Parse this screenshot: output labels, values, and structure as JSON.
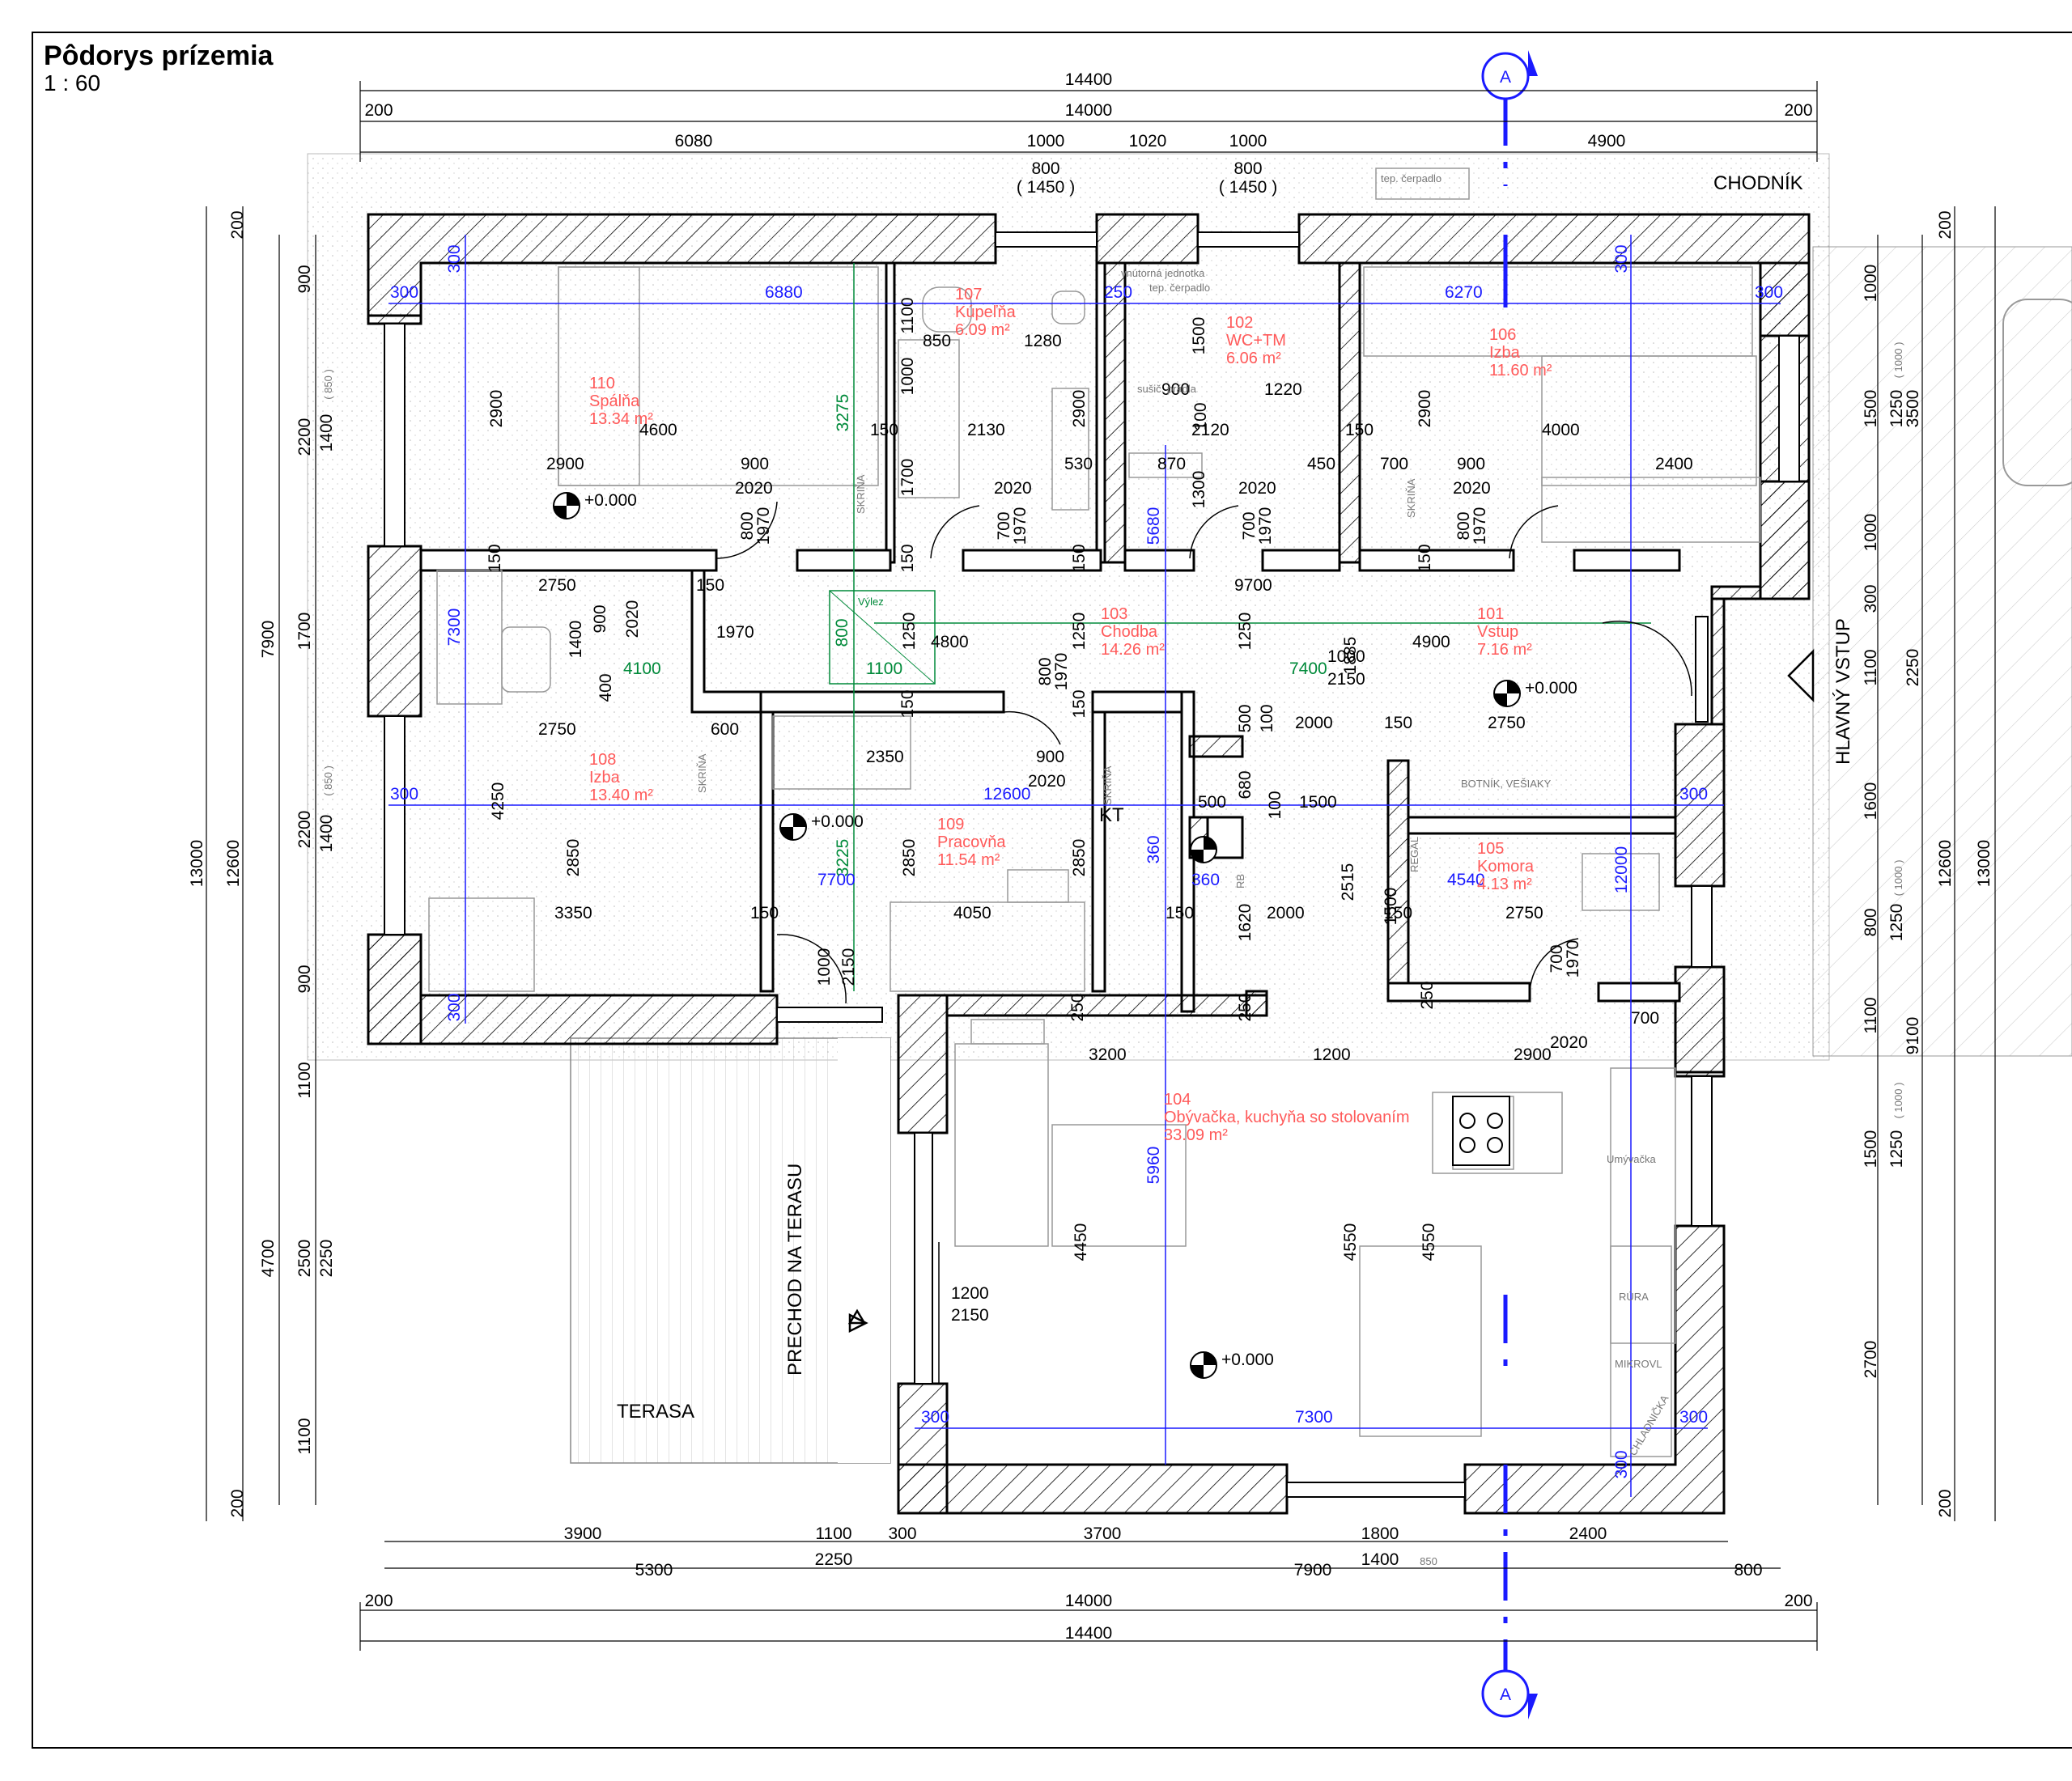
{
  "title": "Pôdorys prízemia",
  "scale": "1 : 60",
  "section_marker": "A",
  "labels": {
    "chodnik": "CHODNÍK",
    "hlavny_vstup": "HLAVNÝ VSTUP",
    "prechod": "PRECHOD NA TERASU",
    "terasa": "TERASA",
    "tep_cerpadlo": "tep. čerpadlo",
    "vnutorna": "vnútorná jednotka",
    "tep_cerpadlo2": "tep. čerpadlo",
    "kt": "KT",
    "vylez": "Výlez",
    "skrina": "SKRIŇA",
    "botnik": "BOTNÍK, VEŠIAKY",
    "regal": "REGÁL",
    "umyvacka": "Umývačka",
    "rura": "RÚRA",
    "mikrovl": "MIKROVL",
    "chladnicka": "CHLADNIČKA",
    "rb": "RB",
    "susic": "sušič. prádla"
  },
  "elevation": "+0.000",
  "rooms": [
    {
      "num": "110",
      "name": "Spálňa",
      "area": "13.34 m²"
    },
    {
      "num": "107",
      "name": "Kúpeľňa",
      "area": "6.09 m²"
    },
    {
      "num": "102",
      "name": "WC+TM",
      "area": "6.06 m²"
    },
    {
      "num": "106",
      "name": "Izba",
      "area": "11.60 m²"
    },
    {
      "num": "103",
      "name": "Chodba",
      "area": "14.26 m²"
    },
    {
      "num": "101",
      "name": "Vstup",
      "area": "7.16 m²"
    },
    {
      "num": "108",
      "name": "Izba",
      "area": "13.40 m²"
    },
    {
      "num": "109",
      "name": "Pracovňa",
      "area": "11.54 m²"
    },
    {
      "num": "105",
      "name": "Komora",
      "area": "4.13 m²"
    },
    {
      "num": "104",
      "name": "Obývačka, kuchyňa so stolovaním",
      "area": "33.09 m²"
    }
  ],
  "dims": {
    "top_total": "14400",
    "top_inner": "14000",
    "d200": "200",
    "t6080": "6080",
    "t1000": "1000",
    "t1020": "1020",
    "t4900": "4900",
    "t800": "800",
    "t1450": "( 1450 )",
    "b3900": "3900",
    "b1100": "1100",
    "b300": "300",
    "b3700": "3700",
    "b1800": "1800",
    "b2400": "2400",
    "b5300": "5300",
    "b2250": "2250",
    "b7900": "7900",
    "b1400": "1400",
    "b850": "850",
    "b800": "800",
    "l13000": "13000",
    "l12600": "12600",
    "l7900": "7900",
    "l4700": "4700",
    "l900": "900",
    "l2200": "2200",
    "l1700": "1700",
    "l1100": "1100",
    "l2500": "2500",
    "l2250": "2250",
    "l1400": "1400",
    "l850": "( 850 )",
    "r1000": "1000",
    "r1500": "1500",
    "r3500": "3500",
    "r300": "300",
    "r1100": "1100",
    "r2250": "2250",
    "r1600": "1600",
    "r800": "800",
    "r9100": "9100",
    "r2700": "2700",
    "r1250": "1250",
    "r1000p": "( 1000 )",
    "i6880": "6880",
    "i6270": "6270",
    "i12600": "12600",
    "i7300": "7300",
    "i7700": "7700",
    "i3275": "3275",
    "i3225": "3225",
    "i4100": "4100",
    "i1100": "1100",
    "i7400": "7400",
    "i5680": "5680",
    "i5960": "5960",
    "i12000": "12000",
    "i4540": "4540",
    "x2900": "2900",
    "x4600": "4600",
    "x900": "900",
    "x2020": "2020",
    "x1970": "1970",
    "x2130": "2130",
    "x1280": "1280",
    "x850": "850",
    "x1220": "1220",
    "x2120": "2120",
    "x4000": "4000",
    "x530": "530",
    "x870": "870",
    "x450": "450",
    "x700": "700",
    "x2400": "2400",
    "x2750": "2750",
    "x9700": "9700",
    "x4800": "4800",
    "x4900": "4900",
    "x1250": "1250",
    "x1885": "1885",
    "x150": "150",
    "x2350": "2350",
    "x2000": "2000",
    "x1500": "1500",
    "x500": "500",
    "x680": "680",
    "x4250": "4250",
    "x2850": "2850",
    "x3350": "3350",
    "x4050": "4050",
    "x1620": "1620",
    "x2515": "2515",
    "x600": "600",
    "x3200": "3200",
    "x1200": "1200",
    "x4450": "4450",
    "x4550": "4550",
    "x2150": "2150",
    "x1300": "1300",
    "x1700": "1700",
    "x1100": "1100",
    "x250": "250",
    "x360": "360",
    "x100": "100",
    "x400": "400"
  },
  "colors": {
    "wall": "#000000",
    "room_label": "#ff5a5a",
    "grid_blue": "#1a1aff",
    "dim_green": "#008a3a"
  }
}
